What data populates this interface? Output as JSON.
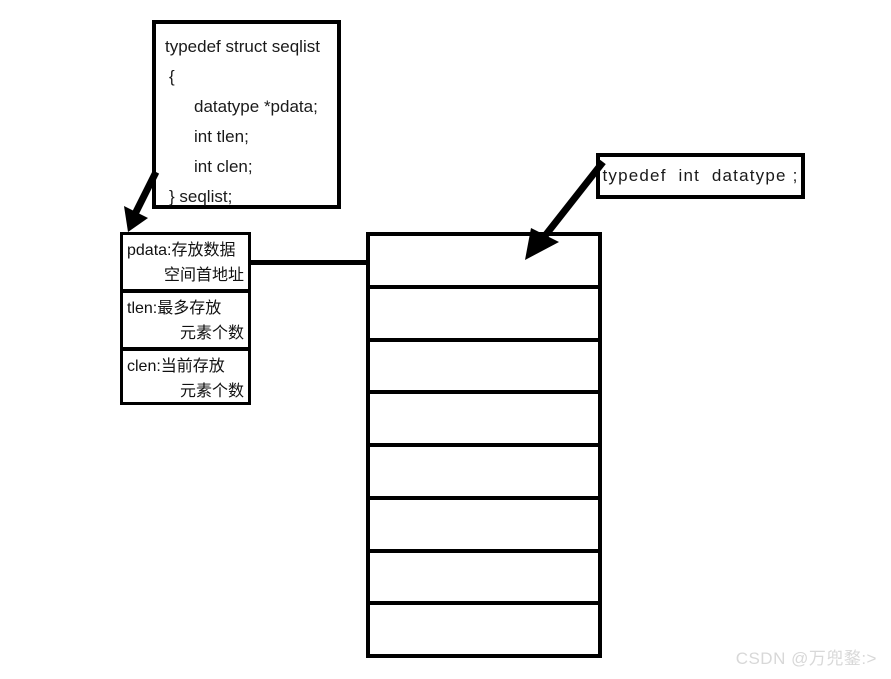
{
  "struct_definition": {
    "lines": [
      "typedef struct seqlist",
      "{",
      "datatype *pdata;",
      "int tlen;",
      "int clen;",
      "} seqlist;"
    ]
  },
  "typedef_callout": {
    "text": "typedef  int  datatype ;"
  },
  "fields": [
    {
      "name": "pdata-field",
      "line1": "pdata:存放数据",
      "line2": "空间首地址"
    },
    {
      "name": "tlen-field",
      "line1": "tlen:最多存放",
      "line2": "元素个数"
    },
    {
      "name": "clen-field",
      "line1": "clen:当前存放",
      "line2": "元素个数"
    }
  ],
  "memory_array": {
    "cell_count": 8,
    "cells": [
      "",
      "",
      "",
      "",
      "",
      "",
      "",
      ""
    ]
  },
  "watermark": {
    "text": "CSDN @万兜鍪:>"
  },
  "colors": {
    "stroke": "#000000",
    "background": "#ffffff",
    "text": "#111111",
    "watermark": "#d8d8d8"
  }
}
